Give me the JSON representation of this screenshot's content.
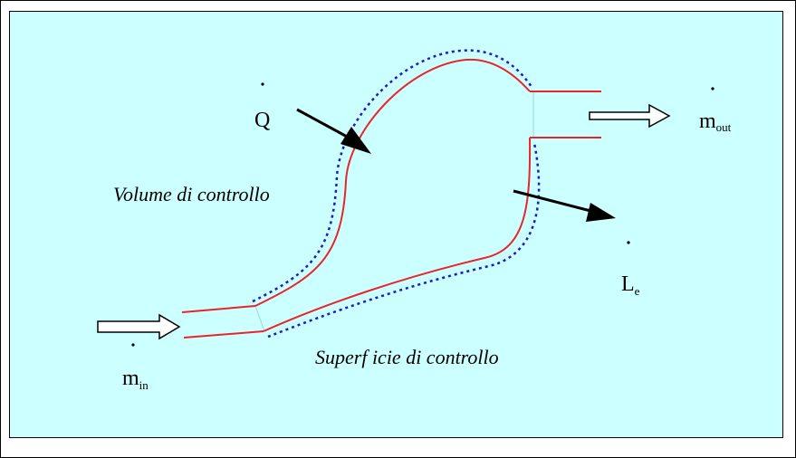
{
  "colors": {
    "background": "#ccffff",
    "boundary": "#e8252b",
    "control_surface": "#1a1acc",
    "arrow": "#000000"
  },
  "labels": {
    "heat": "Q",
    "mass_out_base": "m",
    "mass_out_sub": "out",
    "work_base": "L",
    "work_sub": "e",
    "mass_in_base": "m",
    "mass_in_sub": "in",
    "control_volume": "Volume di controllo",
    "control_surface": "Superf icie di controllo"
  }
}
